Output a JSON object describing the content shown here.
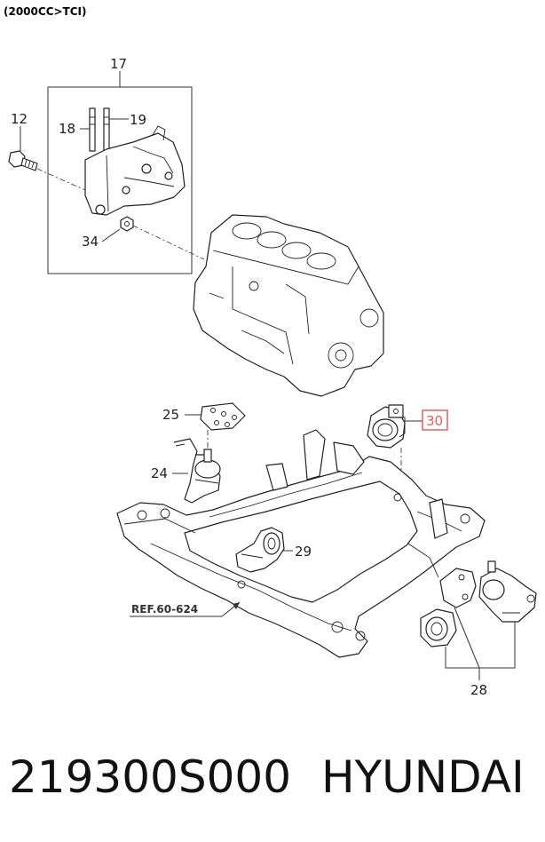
{
  "header": {
    "spec": "(2000CC>TCI)"
  },
  "callouts": {
    "c17": "17",
    "c12": "12",
    "c18": "18",
    "c19": "19",
    "c34": "34",
    "c25": "25",
    "c24": "24",
    "c29": "29",
    "c28": "28",
    "c30": "30"
  },
  "reference": "REF.60-624",
  "footer": {
    "part_number": "219300S000",
    "brand": "HYUNDAI"
  },
  "colors": {
    "highlight": "#e06060",
    "line": "#222222"
  }
}
